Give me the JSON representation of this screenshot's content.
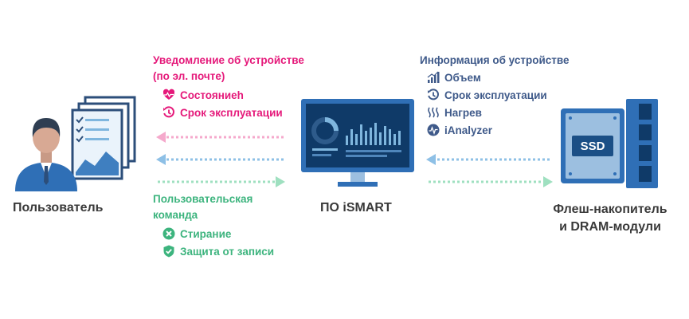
{
  "actors": {
    "user_label": "Пользователь",
    "software_label": "ПО iSMART",
    "device_label_line1": "Флеш-накопитель",
    "device_label_line2": "и DRAM-модули",
    "ssd_text": "SSD"
  },
  "notification": {
    "title_line1": "Уведомление об устройстве",
    "title_line2": "(по эл. почте)",
    "items": [
      {
        "label": "Состояниеh",
        "icon": "heartbeat-icon"
      },
      {
        "label": "Срок эксплуатации",
        "icon": "clock-icon"
      }
    ]
  },
  "device_info": {
    "title": "Информация об устройстве",
    "items": [
      {
        "label": "Объем",
        "icon": "capacity-bars-icon"
      },
      {
        "label": "Срок эксплуатации",
        "icon": "clock-icon"
      },
      {
        "label": "Нагрев",
        "icon": "heat-icon"
      },
      {
        "label": "iAnalyzer",
        "icon": "analyzer-icon"
      }
    ]
  },
  "user_command": {
    "title_line1": "Пользовательская",
    "title_line2": "команда",
    "items": [
      {
        "label": "Стирание",
        "icon": "erase-x-icon"
      },
      {
        "label": "Защита от записи",
        "icon": "shield-check-icon"
      }
    ]
  },
  "colors": {
    "pink": "#e5197a",
    "navy": "#3f5a8a",
    "green": "#3db47e",
    "blue": "#2f6fb6",
    "light_blue": "#7fb6de"
  }
}
